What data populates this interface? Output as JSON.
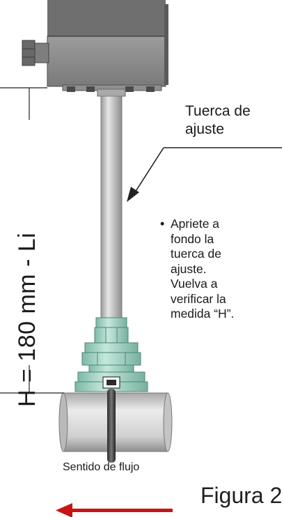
{
  "labels": {
    "adjust_nut": [
      "Tuerca de",
      "ajuste"
    ],
    "note": [
      "Apriete a",
      "fondo la",
      "tuerca de",
      "ajuste.",
      "Vuelva a",
      "verificar la",
      "medida “H”."
    ],
    "dimension": "H = 180  mm - Li",
    "flow_direction": "Sentido de flujo",
    "figure": "Figura 2"
  },
  "colors": {
    "housing": "#8b8b8b",
    "housing_dark": "#555555",
    "rod": "#c9c9c9",
    "fitting": "#9fd2c2",
    "pipe": "#d2d2d2",
    "arrow": "#c81414",
    "line": "#222222"
  }
}
